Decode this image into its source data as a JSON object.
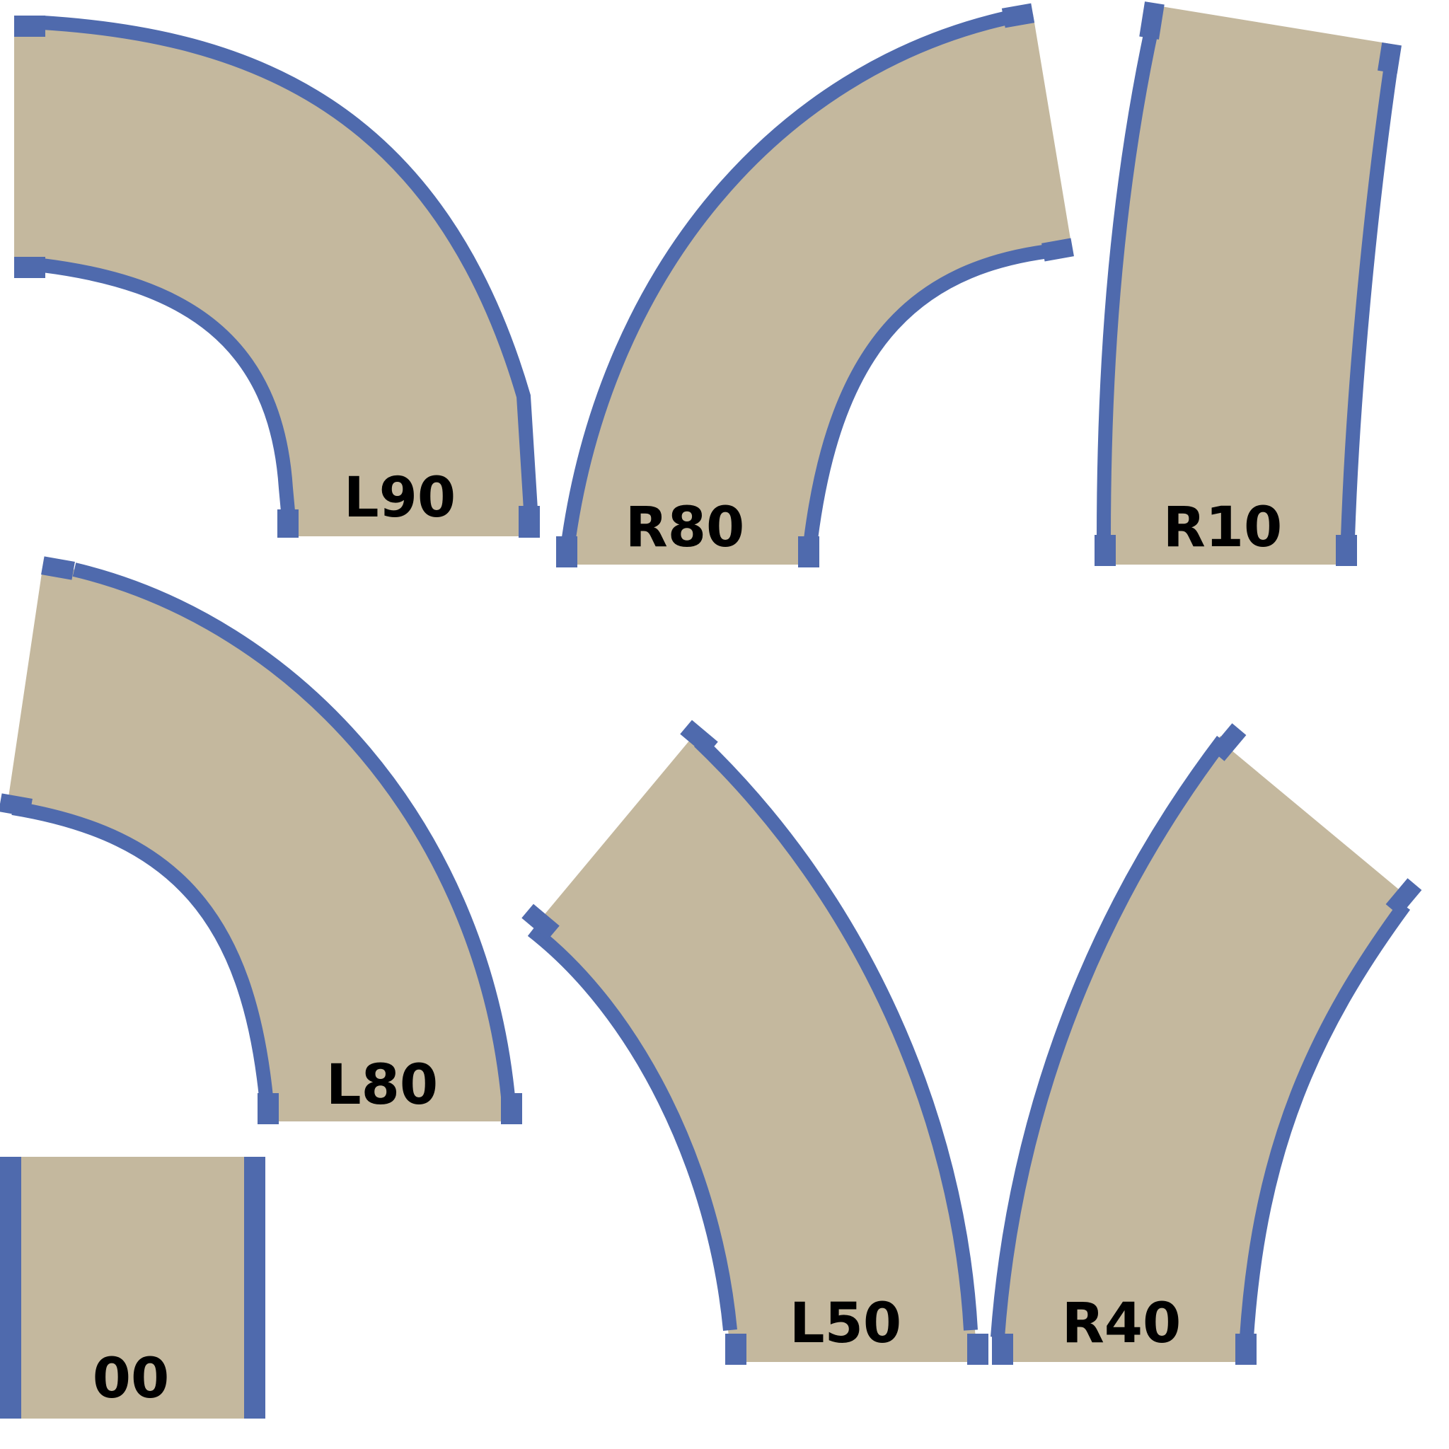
{
  "colors": {
    "road_fill": "#c4b89e",
    "edge": "#4f6aad",
    "label": "#000000"
  },
  "tiles": [
    {
      "id": "L90",
      "label": "L90"
    },
    {
      "id": "R80",
      "label": "R80"
    },
    {
      "id": "R10",
      "label": "R10"
    },
    {
      "id": "L80",
      "label": "L80"
    },
    {
      "id": "L50",
      "label": "L50"
    },
    {
      "id": "R40",
      "label": "R40"
    },
    {
      "id": "00",
      "label": "00"
    }
  ]
}
